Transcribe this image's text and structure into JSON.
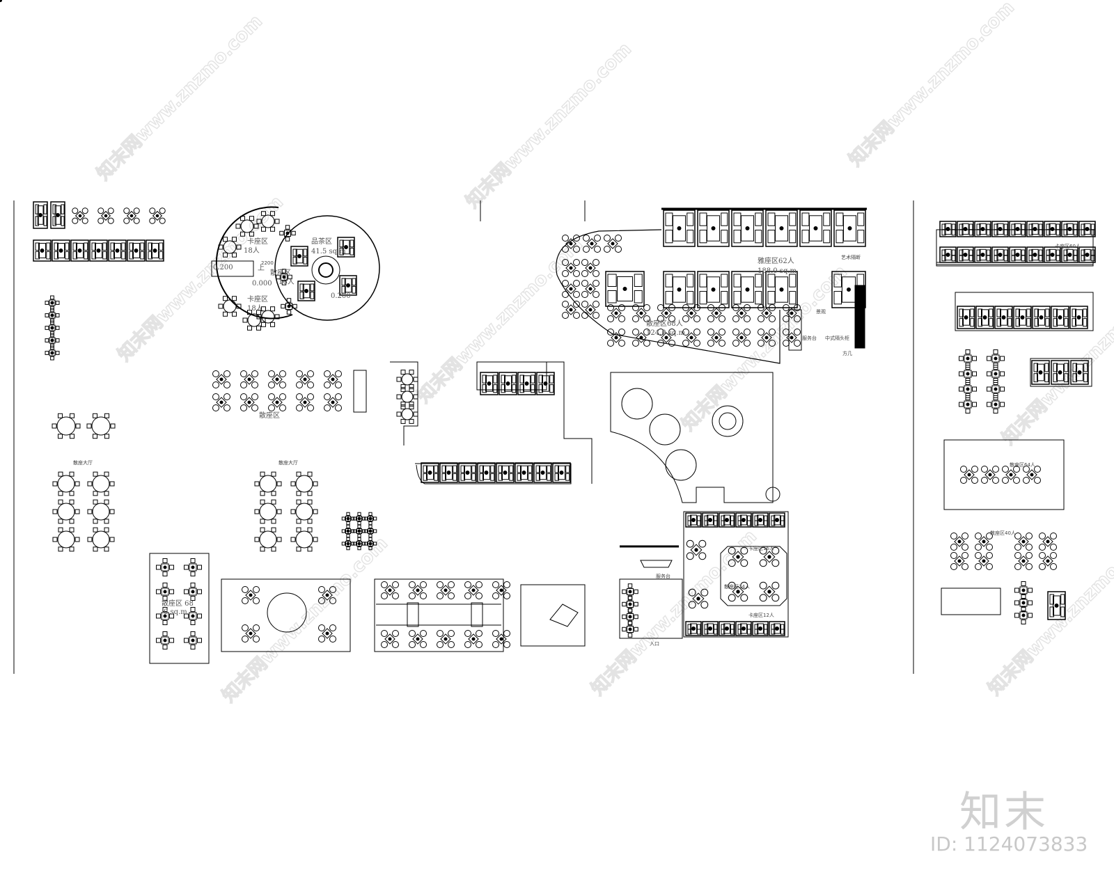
{
  "drawing": {
    "labels": {
      "tea_area": "品茶区",
      "tea_area_size": "41.5 sq.m",
      "booth_18": "卡座区",
      "booth_18_count": "18人",
      "booth_left_bottom": "卡座区",
      "booth_left_bottom_count": "18人",
      "scatter_16": "散座区",
      "scatter_16_count": "16人",
      "level_0200_a": "0.200",
      "level_0000": "0.000",
      "level_0200_b": "0.200",
      "up_mark": "上",
      "dim_2200": "2200",
      "elegant_62": "雅座区62人",
      "elegant_62_size": "188.0 sq.m",
      "scatter_68": "散座区68人",
      "scatter_68_size": "124.0 sq.m",
      "service_desk": "服务台",
      "chinese_cabinet": "中式隔头柜",
      "side_table": "方几",
      "landscape": "景观",
      "art_partition": "艺术隔断",
      "scatter_hall_1": "散座大厅",
      "scatter_hall_2": "散座大厅",
      "scatter_area": "散座区",
      "booth_60": "卡座区60人",
      "scatter_64": "散座区64人",
      "scatter_40": "散座区40人",
      "booth_16": "卡座区16人",
      "scatter_24": "散座区24人",
      "booth_12": "卡座区12人",
      "service_desk_2": "服务台",
      "entrance": "入口",
      "scatter_68_b": "散座区 68",
      "scatter_68_b_size": "0 sq.m"
    },
    "watermark": "知末网www.znzmo.com",
    "logo": "知末",
    "id_text": "ID: 1124073833"
  }
}
